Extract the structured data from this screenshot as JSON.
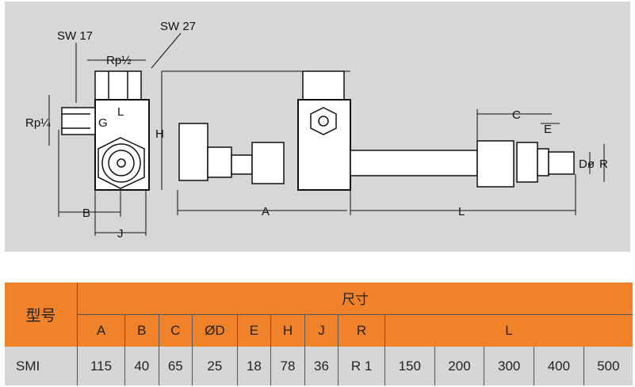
{
  "drawing": {
    "labels": {
      "sw17": "SW 17",
      "sw27": "SW 27",
      "rp_half": "Rp½",
      "rp_quarter": "Rp¼",
      "g": "G",
      "l_port": "L",
      "h": "H",
      "a": "A",
      "b": "B",
      "j": "J",
      "c": "C",
      "e": "E",
      "d": "Dø",
      "r": "R",
      "l": "L"
    }
  },
  "table": {
    "model_header": "型号",
    "dimensions_header": "尺寸",
    "columns": [
      "A",
      "B",
      "C",
      "ØD",
      "E",
      "H",
      "J",
      "R"
    ],
    "l_header": "L",
    "rows": [
      {
        "model": "SMI",
        "values": [
          "115",
          "40",
          "65",
          "25",
          "18",
          "78",
          "36",
          "R 1"
        ],
        "l_values": [
          "150",
          "200",
          "300",
          "400",
          "500"
        ]
      }
    ]
  },
  "colors": {
    "header": "#f0822a",
    "row": "#d6d6d6",
    "panel": "#d7d7d8"
  }
}
